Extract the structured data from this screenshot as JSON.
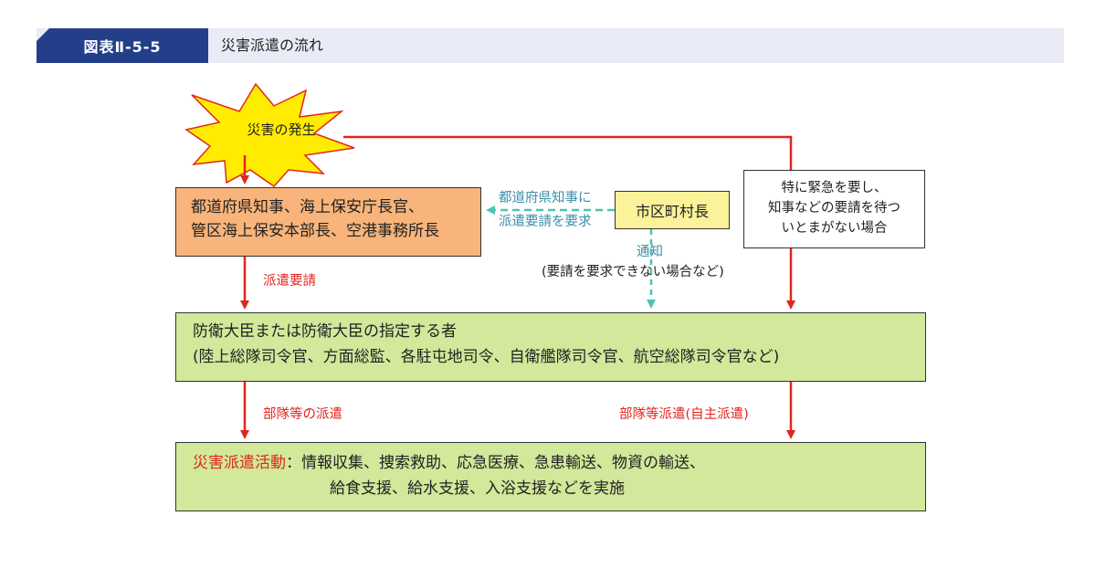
{
  "header": {
    "figure_number": "図表Ⅱ-5-5",
    "title": "災害派遣の流れ"
  },
  "nodes": {
    "disaster": "災害の発生",
    "prefecture_lines": [
      "都道府県知事、海上保安庁長官、",
      "管区海上保安本部長、空港事務所長"
    ],
    "municipality": "市区町村長",
    "urgent_lines": [
      "特に緊急を要し、",
      "知事などの要請を待つ",
      "いとまがない場合"
    ],
    "defense_lines": [
      "防衛大臣または防衛大臣の指定する者",
      "(陸上総隊司令官、方面総監、各駐屯地司令、自衛艦隊司令官、航空総隊司令官など)"
    ],
    "activity_title": "災害派遣活動",
    "activity_lines": [
      "：情報収集、捜索救助、応急医療、急患輸送、物資の輸送、",
      "給食支援、給水支援、入浴支援などを実施"
    ]
  },
  "edge_labels": {
    "dispatch_request": "派遣要請",
    "request_to_governor": [
      "都道府県知事に",
      "派遣要請を要求"
    ],
    "notification": "通知",
    "notification_note": "(要請を要求できない場合など)",
    "unit_dispatch": "部隊等の派遣",
    "autonomous_dispatch": "部隊等派遣(自主派遣)"
  },
  "colors": {
    "header_tab": "#243f8a",
    "header_bar": "#e9ecf6",
    "red_arrow": "#e1261c",
    "teal_arrow": "#4fc3b3",
    "burst_fill": "#ffec00",
    "orange_box": "#f8b47a",
    "yellow_box": "#fbf29a",
    "green_box": "#d2e89a"
  }
}
